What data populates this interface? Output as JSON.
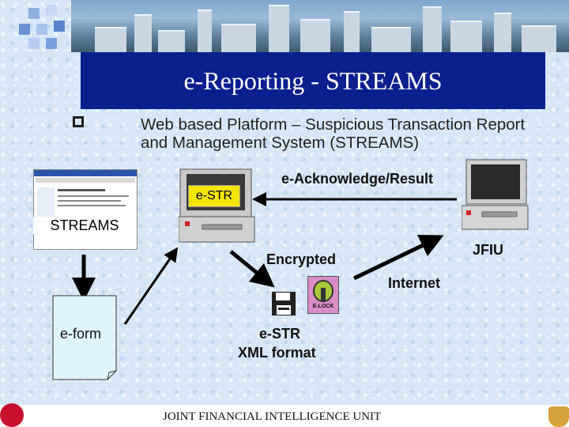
{
  "title": "e-Reporting - STREAMS",
  "bullet": "Web based Platform – Suspicious Transaction Report and Management System (STREAMS)",
  "labels": {
    "ack": "e-Acknowledge/Result",
    "estr_box": "e-STR",
    "streams": "STREAMS",
    "jfiu": "JFIU",
    "encrypted": "Encrypted",
    "internet": "Internet",
    "eform": "e-form",
    "estr_xml_line1": "e-STR",
    "estr_xml_line2": "XML format",
    "elock": "E-LOCK"
  },
  "footer": "JOINT FINANCIAL INTELLIGENCE UNIT",
  "icons": [
    "floppy-disk-icon",
    "e-lock-icon",
    "computer-icon",
    "monitor-icon"
  ],
  "colors": {
    "title_bar": "#0c1f8f",
    "estr_box": "#f3e40a",
    "background": "#d6e6f6"
  }
}
